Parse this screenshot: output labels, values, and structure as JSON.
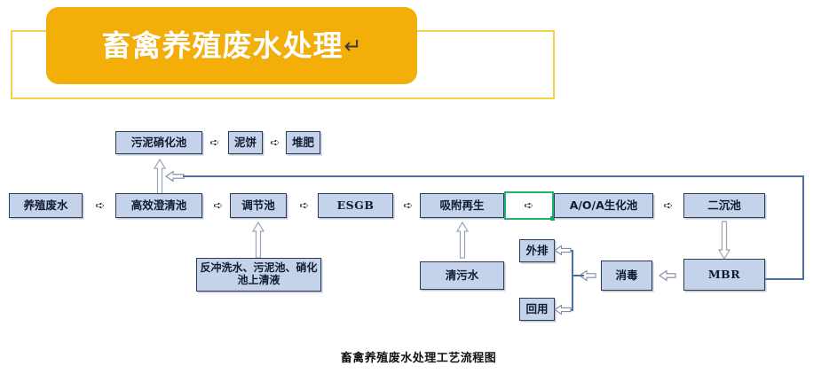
{
  "title": {
    "text": "畜禽养殖废水处理",
    "return_mark": "↵",
    "banner_color": "#f3ae08",
    "outline_color": "#f7d14e",
    "text_color": "#ffffff"
  },
  "caption": {
    "text": "畜禽养殖废水处理工艺流程图"
  },
  "palette": {
    "box_fill": "#c4d3ea",
    "box_border": "#2c3b5c",
    "connector": "#4a6fa5",
    "selection": "#1db46c"
  },
  "diagram": {
    "sludge_row": [
      {
        "label": "污泥硝化池"
      },
      {
        "label": "泥饼"
      },
      {
        "label": "堆肥"
      }
    ],
    "main_row": [
      {
        "label": "养殖废水"
      },
      {
        "label": "高效澄清池"
      },
      {
        "label": "调节池"
      },
      {
        "label": "ESGB"
      },
      {
        "label": "吸附再生"
      },
      {
        "label": "A/O/A生化池"
      },
      {
        "label": "二沉池"
      }
    ],
    "bottom_row": [
      {
        "label": "反冲洗水、污泥池、硝化池上清液"
      },
      {
        "label": "清污水"
      },
      {
        "label": "外排"
      },
      {
        "label": "回用"
      },
      {
        "label": "消毒"
      },
      {
        "label": "MBR"
      }
    ],
    "selected_arrow": {
      "glyph": "➪",
      "state": "selected"
    },
    "arrow_glyph": "➪",
    "arrow_glyph_left": "⇦"
  }
}
